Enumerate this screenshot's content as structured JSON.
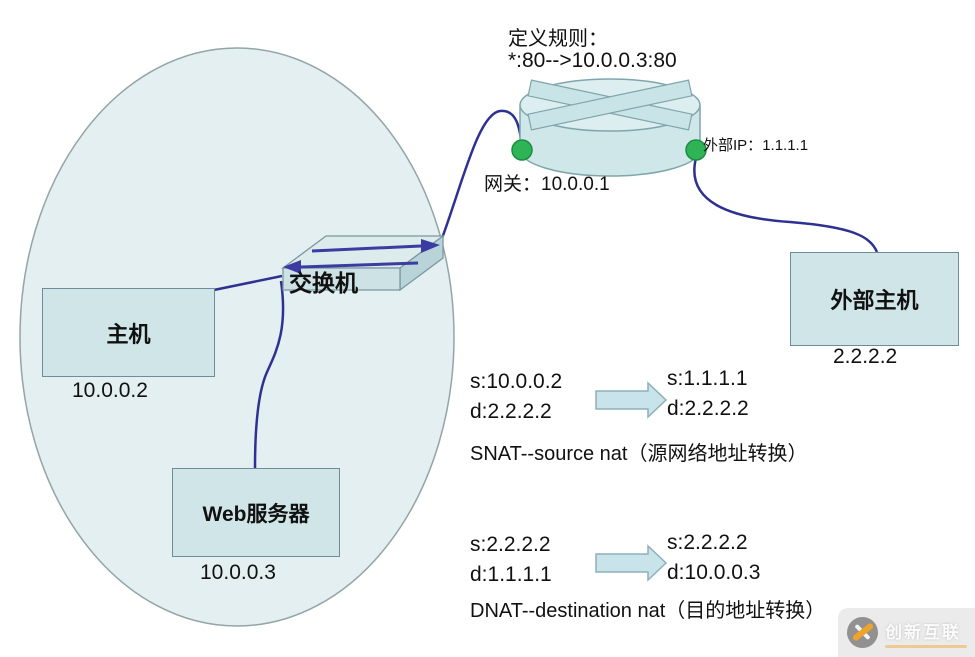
{
  "rule": {
    "title": "定义规则：",
    "text": "*:80-->10.0.0.3:80"
  },
  "router": {
    "gateway_label": "网关：",
    "gateway_ip": "10.0.0.1",
    "external_label": "外部IP：",
    "external_ip": "1.1.1.1"
  },
  "lan": {
    "host": {
      "label": "主机",
      "ip": "10.0.0.2"
    },
    "switch": {
      "label": "交换机"
    },
    "web_server": {
      "label": "Web服务器",
      "ip": "10.0.0.3"
    }
  },
  "external_host": {
    "label": "外部主机",
    "ip": "2.2.2.2"
  },
  "snat": {
    "before": [
      "s:10.0.0.2",
      "d:2.2.2.2"
    ],
    "after": [
      "s:1.1.1.1",
      "d:2.2.2.2"
    ],
    "caption": "SNAT--source nat（源网络地址转换）"
  },
  "dnat": {
    "before": [
      "s:2.2.2.2",
      "d:1.1.1.1"
    ],
    "after": [
      "s:2.2.2.2",
      "d:10.0.0.3"
    ],
    "caption": "DNAT--destination nat（目的地址转换）"
  },
  "watermark": {
    "brand": "创新互联"
  },
  "colors": {
    "lan_fill": "#e3eff0",
    "lan_border": "#93a5a8",
    "node_fill": "#cfe5e8",
    "node_border": "#6f8d99",
    "device_fill": "#cfe7e9",
    "device_border": "#7fa6ac",
    "link": "#2e3192",
    "port_green": "#2eb457",
    "flow_arrow_fill": "#c9e3ea",
    "flow_arrow_border": "#8fb0ba",
    "watermark_orange": "#f0a229",
    "text": "#111111"
  }
}
